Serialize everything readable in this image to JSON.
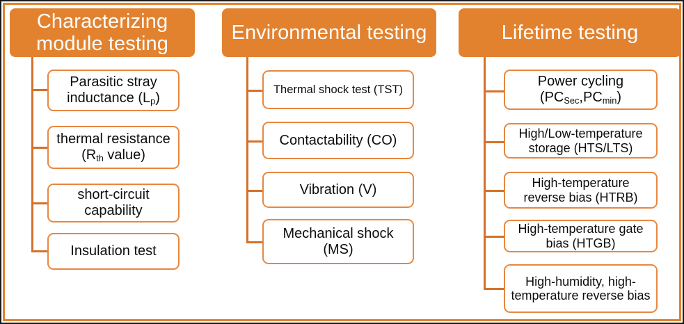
{
  "colors": {
    "header_fill": "#E2822F",
    "box_border": "#E8873F",
    "connector": "#D4712A",
    "frame_outer": "#1a1a1a",
    "frame_inner": "#E2822F",
    "background": "#ffffff",
    "header_text": "#ffffff",
    "body_text": "#0d0d0d"
  },
  "columns": [
    {
      "header": "Characterizing module testing",
      "items": [
        {
          "line1": "Parasitic stray",
          "line2": "inductance (L",
          "sub2": "p",
          "line2_tail": ")"
        },
        {
          "line1": "thermal resistance",
          "line2": "(R",
          "sub2": "th",
          "line2_tail": " value)"
        },
        {
          "line1": "short-circuit",
          "line2": "capability"
        },
        {
          "line1": "Insulation test"
        }
      ]
    },
    {
      "header": "Environmental testing",
      "items": [
        {
          "line1": "Thermal shock test (TST)"
        },
        {
          "line1": "Contactability (CO)"
        },
        {
          "line1": "Vibration (V)"
        },
        {
          "line1": "Mechanical shock",
          "line2": "(MS)"
        }
      ]
    },
    {
      "header": "Lifetime testing",
      "items": [
        {
          "line1": "Power cycling",
          "line2": "(PC",
          "sub2": "Sec",
          "line2_tail": ",PC",
          "sub2b": "min",
          "line2_tail2": ")"
        },
        {
          "line1": "High/Low-temperature",
          "line2": "storage (HTS/LTS)"
        },
        {
          "line1": "High-temperature",
          "line2": "reverse bias (HTRB)"
        },
        {
          "line1": "High-temperature gate",
          "line2": "bias (HTGB)"
        },
        {
          "line1": "High-humidity, high-",
          "line2": "temperature reverse bias"
        }
      ]
    }
  ]
}
